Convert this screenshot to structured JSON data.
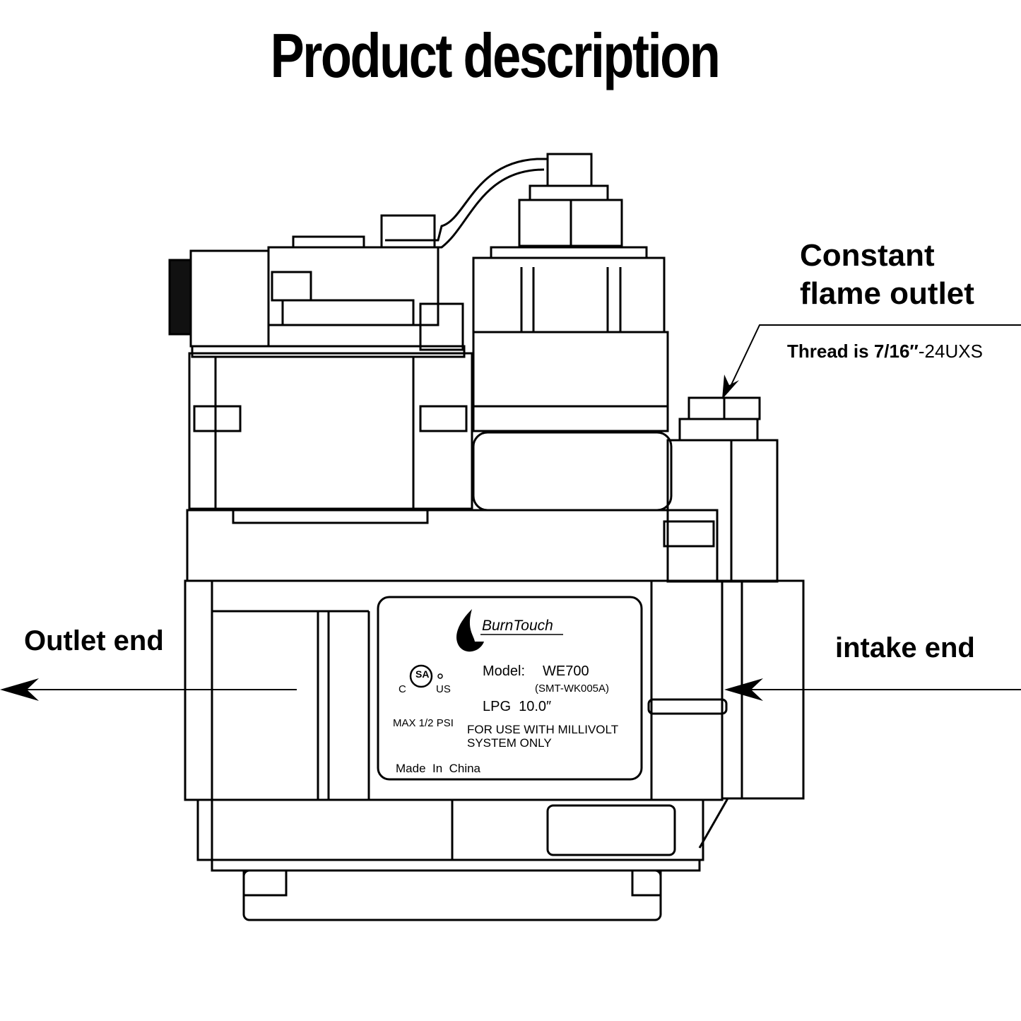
{
  "title": "Product description",
  "callouts": {
    "constant_flame_line1": "Constant",
    "constant_flame_line2": "flame outlet",
    "thread_bold": "Thread is 7/16″",
    "thread_regular": "-24UXS",
    "outlet_end": "Outlet end",
    "intake_end": "intake end"
  },
  "label_plate": {
    "brand": "BurnTouch",
    "certification": {
      "mark": "SA",
      "left": "C",
      "right": "US"
    },
    "model_label": "Model:",
    "model_value": "WE700",
    "model_code": "(SMT-WK005A)",
    "gas": "LPG  10.0″",
    "max_pressure": "MAX 1/2 PSI",
    "usage_line1": "FOR USE WITH MILLIVOLT",
    "usage_line2": "SYSTEM ONLY",
    "origin": "Made  In  China"
  }
}
